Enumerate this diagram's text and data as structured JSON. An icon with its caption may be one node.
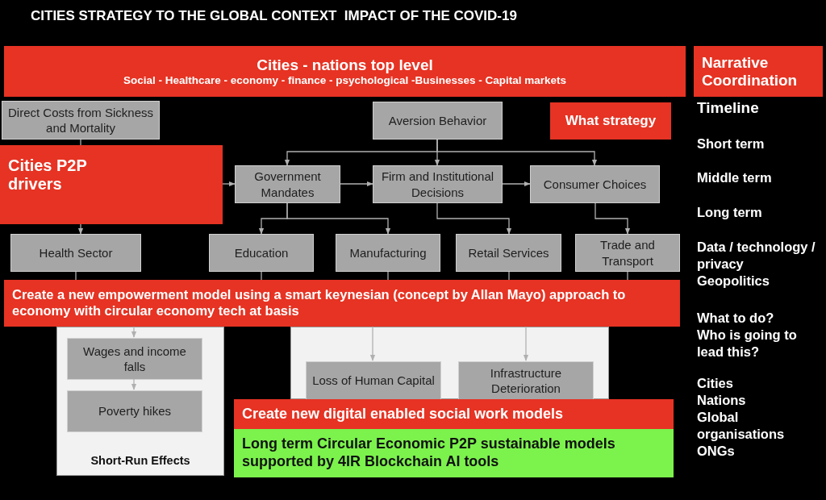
{
  "diagram": {
    "title": "CITIES STRATEGY TO THE GLOBAL CONTEXT  IMPACT OF THE COVID-19",
    "nodes": [
      {
        "text": [
          "Cities - nations top level",
          "Social - Healthcare - economy - finance - psychological -Businesses - Capital markets"
        ]
      },
      {
        "text": [
          "Narrative Coordination"
        ]
      },
      {
        "text": [
          "Direct Costs from Sickness and Mortality"
        ]
      },
      {
        "text": [
          "Aversion Behavior"
        ]
      },
      {
        "text": [
          "What strategy"
        ]
      },
      {
        "text": [
          "Cities P2P drivers"
        ]
      },
      {
        "text": [
          "Government Mandates"
        ]
      },
      {
        "text": [
          "Firm and Institutional Decisions"
        ]
      },
      {
        "text": [
          "Consumer Choices"
        ]
      },
      {
        "text": [
          "Health Sector"
        ]
      },
      {
        "text": [
          "Education"
        ]
      },
      {
        "text": [
          "Manufacturing"
        ]
      },
      {
        "text": [
          "Retail Services"
        ]
      },
      {
        "text": [
          "Trade and Transport"
        ]
      },
      {
        "text": [
          "Create a new empowerment model using a smart keynesian (concept by Allan Mayo) approach to economy with circular economy tech at basis"
        ]
      },
      {
        "text": [
          "Short-Run Effects"
        ]
      },
      {
        "text": [
          "Wages and income falls"
        ],
        "in": 15
      },
      {
        "text": [
          "Poverty hikes"
        ],
        "in": 15
      },
      {
        "text": [],
        "shape": "box"
      },
      {
        "text": [
          "Loss of Human Capital"
        ],
        "in": 18
      },
      {
        "text": [
          "Infrastructure Deterioration"
        ],
        "in": 18
      },
      {
        "text": [
          "Create new digital enabled social work models"
        ]
      },
      {
        "text": [
          "Long term Circular Economic P2P sustainable models supported by 4IR Blockchain AI tools"
        ]
      }
    ],
    "edges": [
      {
        "from": 2,
        "to": 5,
        "arrow": "none"
      },
      {
        "from": 5,
        "to": 9,
        "arrow": "to"
      },
      {
        "from": 5,
        "to": 6,
        "arrow": "to"
      },
      {
        "from": 6,
        "to": 7,
        "arrow": "to"
      },
      {
        "from": 7,
        "to": 8,
        "arrow": "to"
      },
      {
        "from": 3,
        "to": 6,
        "arrow": "to"
      },
      {
        "from": 3,
        "to": 7,
        "arrow": "to"
      },
      {
        "from": 3,
        "to": 8,
        "arrow": "to"
      },
      {
        "from": 6,
        "to": 10,
        "arrow": "to"
      },
      {
        "from": 6,
        "to": 11,
        "arrow": "to"
      },
      {
        "from": 7,
        "to": 12,
        "arrow": "to"
      },
      {
        "from": 8,
        "to": 13,
        "arrow": "to"
      },
      {
        "from": 9,
        "to": 14,
        "arrow": "none"
      },
      {
        "from": 10,
        "to": 14,
        "arrow": "none"
      },
      {
        "from": 11,
        "to": 14,
        "arrow": "none"
      },
      {
        "from": 12,
        "to": 14,
        "arrow": "none"
      },
      {
        "from": 13,
        "to": 14,
        "arrow": "none"
      },
      {
        "from": 14,
        "to": 16,
        "arrow": "to"
      },
      {
        "from": 16,
        "to": 17,
        "arrow": "to"
      },
      {
        "from": 14,
        "to": 19,
        "arrow": "to"
      },
      {
        "from": 14,
        "to": 20,
        "arrow": "to"
      }
    ],
    "labels": [
      "Timeline",
      "Short term",
      "Middle term",
      "Long term",
      "Data / technology / privacy",
      "Geopolitics",
      "What to do?",
      "Who is going to lead this?",
      "Cities",
      "Nations",
      "Global organisations",
      "ONGs"
    ]
  }
}
